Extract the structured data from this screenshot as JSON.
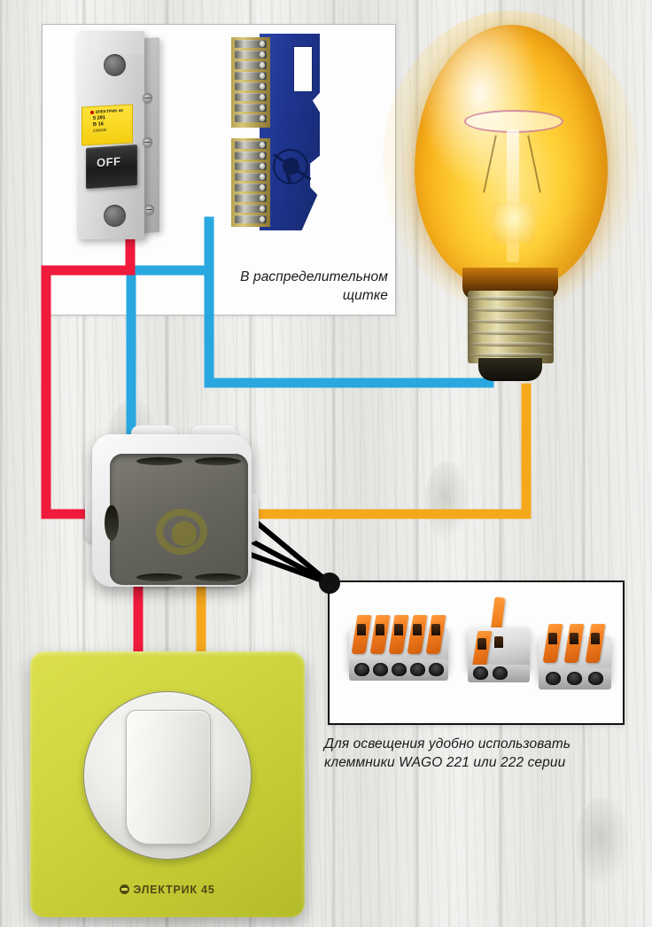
{
  "background": {
    "surface": "whitewashed-wood-planks",
    "base_color": "#eaeae7"
  },
  "panels": {
    "switchboard": {
      "caption": "В распределительном щитке",
      "border_color": "#b9b9b9",
      "fill": "#fdfdfd"
    },
    "wago": {
      "caption": "Для освещения удобно использовать клеммники WAGO 221 или 222 серии",
      "border_color": "#111111",
      "fill": "#fdfdfd"
    }
  },
  "devices": {
    "breaker": {
      "name": "circuit-breaker",
      "brand": "ЭЛЕКТРИК 45",
      "curve_rating": "B 16",
      "spec_line_1": "5 291",
      "spec_line_2": "B 16",
      "spec_line_3": "230/400",
      "toggle_state": "OFF",
      "body_color": "#d5d5d5",
      "label_color": "#f7d417"
    },
    "busbar": {
      "name": "neutral-terminal-bus-bar",
      "body_color": "#1f3590",
      "brass_color": "#bda85c",
      "icon": "plug-crossed-icon"
    },
    "bulb": {
      "name": "incandescent-light-bulb",
      "state": "on",
      "glass_color": "#ffd23a",
      "base_color": "#c8bd85",
      "socket_type": "E27"
    },
    "junction_box": {
      "name": "junction-box",
      "body_color": "#e6e6e6",
      "cavity_color": "#67665f",
      "nodes": [
        "blue-node",
        "red-node",
        "orange-node"
      ]
    },
    "wall_switch": {
      "name": "wall-switch",
      "brand": "ЭЛЕКТРИК 45",
      "plate_color": "#cfd63f",
      "rocker_color": "#f1f1ed",
      "type": "one-gang"
    },
    "wago_connectors": [
      {
        "name": "wago-5-port",
        "ports": 5,
        "lever_color": "#f07a1d",
        "body_color": "#d8d8d8"
      },
      {
        "name": "wago-2-port",
        "ports": 2,
        "lever_color": "#f07a1d",
        "body_color": "#d8d8d8",
        "lever_open": true
      },
      {
        "name": "wago-3-port",
        "ports": 3,
        "lever_color": "#f07a1d",
        "body_color": "#d8d8d8"
      }
    ]
  },
  "wires": {
    "phase": {
      "label": "phase-wire",
      "color": "#f01a3c",
      "from": "breaker",
      "to": "junction-box-red-node"
    },
    "neutral": {
      "label": "neutral-wire",
      "color": "#29a8e0",
      "from": "bus-bar",
      "to": "lamp"
    },
    "switched_phase": {
      "label": "switched-phase-wire",
      "color": "#f5a81c",
      "from": "switch",
      "to": "lamp"
    },
    "leader": {
      "label": "leader-line",
      "color": "#000000"
    }
  },
  "nodes": {
    "blue": "#29a8e0",
    "red": "#f01a3c",
    "orange": "#f5a81c",
    "dot": "#111111"
  }
}
